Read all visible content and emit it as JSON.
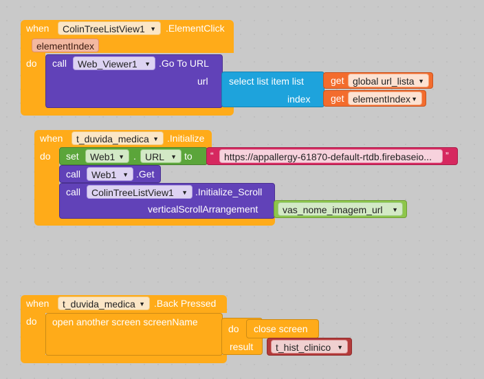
{
  "block1": {
    "when": "when",
    "component": "ColinTreeListView1",
    "event": ".ElementClick",
    "param": "elementIndex",
    "do": "do",
    "call": "call",
    "call_component": "Web_Viewer1",
    "method": ".Go To URL",
    "url_label": "url",
    "select_label": "select list item  list",
    "get1": "get",
    "var1": "global url_lista",
    "index_label": "index",
    "get2": "get",
    "var2": "elementIndex"
  },
  "block2": {
    "when": "when",
    "component": "t_duvida_medica",
    "event": ".Initialize",
    "do": "do",
    "set": "set",
    "set_component": "Web1",
    "dot": ".",
    "prop": "URL",
    "to": "to",
    "quote_open": "“",
    "url_value": "https://appallergy-61870-default-rtdb.firebaseio...",
    "quote_close": "”",
    "call1": "call",
    "call1_component": "Web1",
    "call1_method": ".Get",
    "call2": "call",
    "call2_component": "ColinTreeListView1",
    "call2_method": ".Initialize_Scroll",
    "scroll_label": "verticalScrollArrangement",
    "scroll_value": "vas_nome_imagem_url"
  },
  "block3": {
    "when": "when",
    "component": "t_duvida_medica",
    "event": ".Back Pressed",
    "do": "do",
    "open_label": "open another screen  screenName",
    "do2": "do",
    "close_label": "close screen",
    "result_label": "result",
    "result_value": "t_hist_clinico"
  },
  "colors": {
    "control": "#ffab19",
    "procedure": "#6142b8",
    "list": "#1ea3dc",
    "variable": "#f36c2d",
    "setter": "#5ba53a",
    "component": "#8ec64b",
    "text": "#d6285f",
    "screen": "#b33a3a"
  }
}
